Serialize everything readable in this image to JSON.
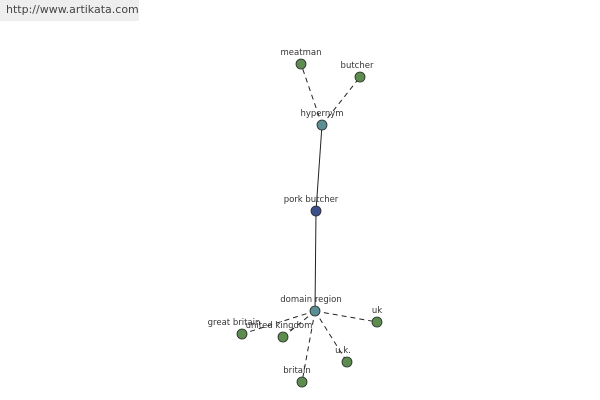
{
  "header": {
    "url": "http://www.artikata.com"
  },
  "colors": {
    "leaf_node": "#5c8c4e",
    "hypernym_node": "#5a8f94",
    "center_node": "#3d4f8a",
    "domain_node": "#5a8f94",
    "edge": "#222222"
  },
  "graph": {
    "nodes": [
      {
        "id": "meatman",
        "label": "meatman",
        "kind": "leaf"
      },
      {
        "id": "butcher",
        "label": "butcher",
        "kind": "leaf"
      },
      {
        "id": "hypernym",
        "label": "hypernym",
        "kind": "hub"
      },
      {
        "id": "pork_butcher",
        "label": "pork butcher",
        "kind": "center"
      },
      {
        "id": "domain_region",
        "label": "domain region",
        "kind": "hub"
      },
      {
        "id": "uk",
        "label": "uk",
        "kind": "leaf"
      },
      {
        "id": "great_britain",
        "label": "great britain",
        "kind": "leaf"
      },
      {
        "id": "united_kingdom",
        "label": "united kingdom",
        "kind": "leaf"
      },
      {
        "id": "uk_abbrev",
        "label": "u.k.",
        "kind": "leaf"
      },
      {
        "id": "britain",
        "label": "britain",
        "kind": "leaf"
      }
    ],
    "edges": [
      {
        "from": "hypernym",
        "to": "meatman",
        "style": "dashed"
      },
      {
        "from": "hypernym",
        "to": "butcher",
        "style": "dashed"
      },
      {
        "from": "pork_butcher",
        "to": "hypernym",
        "style": "solid"
      },
      {
        "from": "pork_butcher",
        "to": "domain_region",
        "style": "solid"
      },
      {
        "from": "domain_region",
        "to": "uk",
        "style": "dashed"
      },
      {
        "from": "domain_region",
        "to": "great_britain",
        "style": "dashed"
      },
      {
        "from": "domain_region",
        "to": "united_kingdom",
        "style": "dashed"
      },
      {
        "from": "domain_region",
        "to": "uk_abbrev",
        "style": "dashed"
      },
      {
        "from": "domain_region",
        "to": "britain",
        "style": "dashed"
      }
    ]
  }
}
